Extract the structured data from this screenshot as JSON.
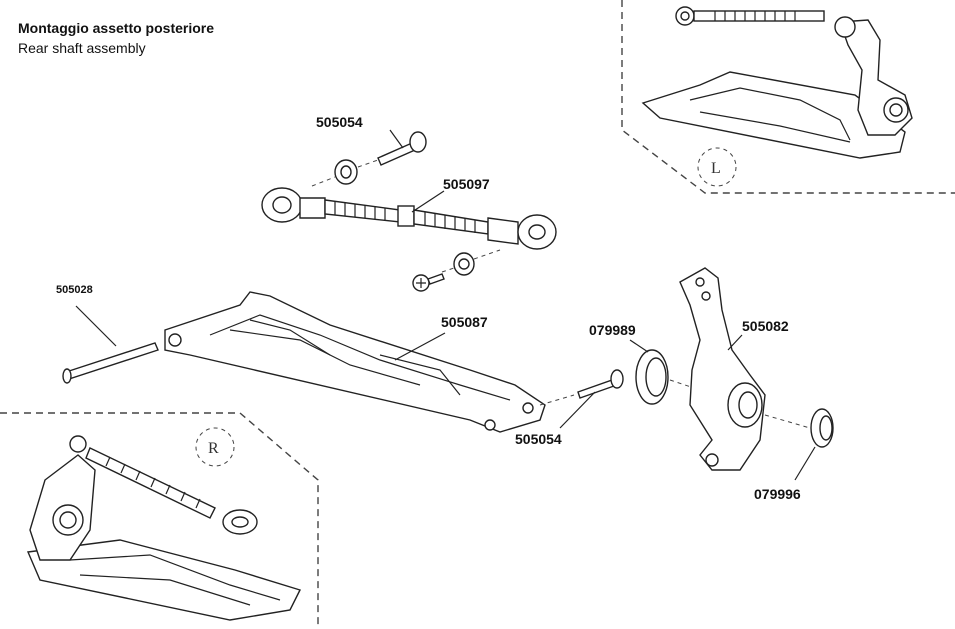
{
  "title": {
    "italian": "Montaggio assetto posteriore",
    "english": "Rear shaft assembly"
  },
  "parts": [
    {
      "code": "505054",
      "component": "pin"
    },
    {
      "code": "505097",
      "component": "turnbuckle"
    },
    {
      "code": "505028",
      "component": "hinge-pin"
    },
    {
      "code": "505087",
      "component": "lower-arm"
    },
    {
      "code": "079989",
      "component": "bearing"
    },
    {
      "code": "505082",
      "component": "hub-carrier"
    },
    {
      "code": "505054",
      "component": "pin"
    },
    {
      "code": "079996",
      "component": "bearing"
    }
  ],
  "insets": {
    "left_label": "L",
    "right_label": "R"
  }
}
